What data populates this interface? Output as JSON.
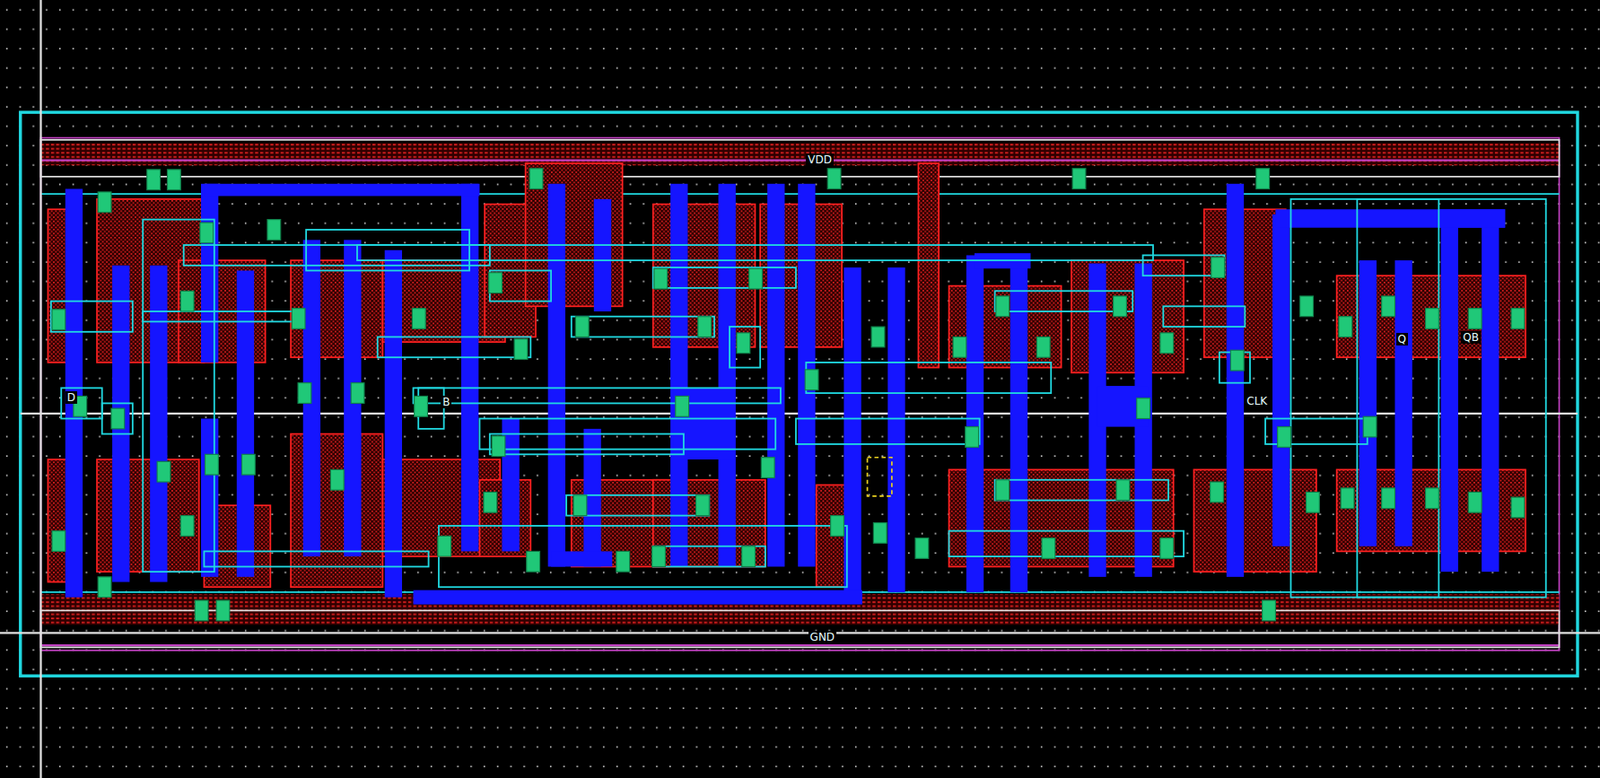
{
  "diagram": {
    "labels": [
      "VDD",
      "GND",
      "D",
      "B",
      "CLK",
      "Q",
      "QB"
    ]
  }
}
